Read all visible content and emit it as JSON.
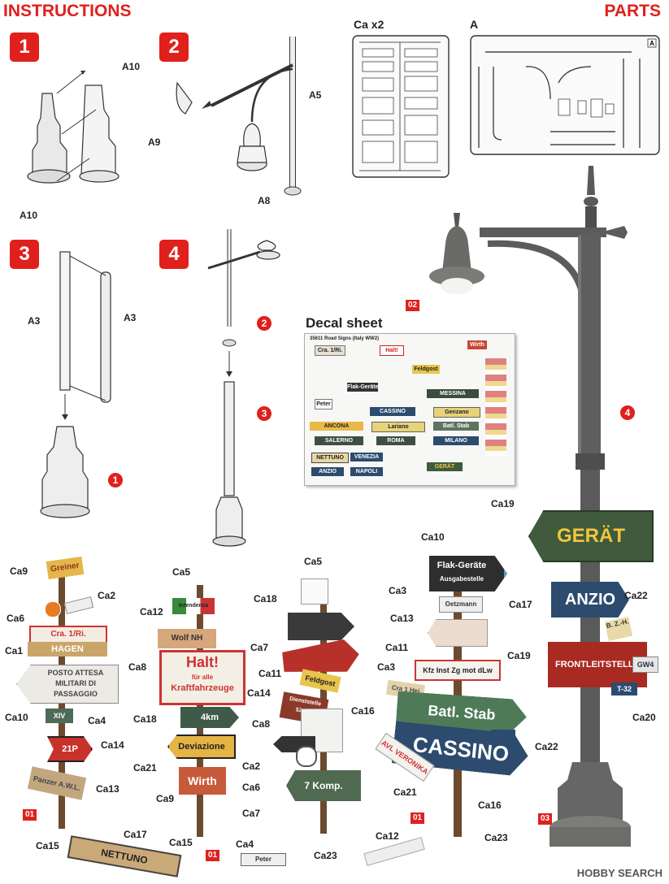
{
  "header": {
    "left": "INSTRUCTIONS",
    "right": "PARTS"
  },
  "steps": [
    "1",
    "2",
    "3",
    "4"
  ],
  "step1": {
    "labels": [
      "A10",
      "A10"
    ]
  },
  "step2": {
    "labels": [
      "A5",
      "A9",
      "A8"
    ]
  },
  "step3": {
    "labels": [
      "A3",
      "A3"
    ],
    "ref": "1"
  },
  "step4": {
    "ref_a": "2",
    "ref_b": "3"
  },
  "parts": {
    "sprue_ca": "Ca x2",
    "sprue_a": "A",
    "sprue_a_tag": "A"
  },
  "lamp": {
    "tag_02": "02",
    "tag_4": "4",
    "tag_03": "03"
  },
  "decal_sheet": {
    "title": "Decal sheet",
    "header": "35611 Road Signs (Italy WW2)",
    "items": [
      "Cra. 1/Ri.",
      "Halt!",
      "Wirth",
      "Feldgost",
      "MESSINA",
      "CASSINO",
      "Genzano",
      "ANCONA",
      "Lariano",
      "Batl. Stab",
      "SALERNO",
      "ROMA",
      "MILANO",
      "NETTUNO",
      "VENEZIA",
      "ANZIO",
      "NAPOLI",
      "GERÄT",
      "Peter",
      "Flak-Geräte"
    ]
  },
  "callouts": {
    "Ca19": "Ca19",
    "Ca17": "Ca17",
    "Ca22": "Ca22",
    "Ca19b": "Ca19",
    "Ca20": "Ca20",
    "g1": [
      "Ca9",
      "Ca2",
      "Ca6",
      "Ca1",
      "Ca10",
      "Ca4",
      "Ca14",
      "Ca13",
      "Ca15"
    ],
    "g1_tag": "01",
    "g2": [
      "Ca5",
      "Ca12",
      "Ca8",
      "Ca18",
      "Ca21",
      "Ca9",
      "Ca15",
      "Ca17",
      "Ca4"
    ],
    "g2_tag": "01",
    "g3": [
      "Ca5",
      "Ca18",
      "Ca7",
      "Ca11",
      "Ca14",
      "Ca8",
      "Ca2",
      "Ca6",
      "Ca7",
      "Ca23"
    ],
    "g4": [
      "Ca10",
      "Ca3",
      "Ca13",
      "Ca11",
      "Ca3",
      "Ca16",
      "Ca22",
      "Ca21",
      "Ca16",
      "Ca12",
      "Ca23"
    ],
    "g4_tag": "01"
  },
  "signs": {
    "gerat": "GERÄT",
    "anzio": "ANZIO",
    "frontleitstelle": "FRONTLEITSTELLE",
    "gw4": "GW4",
    "t32": "T-32",
    "bzh": "B. Z.-H.",
    "greiner": "Greiner",
    "cra": "Cra. 1/Ri.",
    "hagen": "HAGEN",
    "posto1": "POSTO ATTESA",
    "posto2": "MILITARI DI",
    "posto3": "PASSAGGIO",
    "xiv": "XIV",
    "p21": "21P",
    "panzer": "Panzer A.W.L.",
    "intendenza": "Intendenza",
    "wolf": "Wolf NH",
    "halt": "Halt!",
    "halt2": "für alle",
    "halt3": "Kraftfahrzeuge",
    "km4": "4km",
    "deviazione": "Deviazione",
    "wirth": "Wirth",
    "nettuno": "NETTUNO",
    "peter": "Peter",
    "feldgost": "Feldgost",
    "dienst1": "Dienststelle",
    "dienst2": "52836",
    "kamp": "7 Komp.",
    "flak1": "Flak-Geräte",
    "flak2": "Ausgabestelle",
    "oetzmann": "Oetzmann",
    "kfz": "Kfz Inst Zg mot dLw",
    "cra2": "Cra 1 Hei",
    "batl": "Batl. Stab",
    "ne": "NE",
    "cassino": "CASSINO",
    "veronika": "AVL VERONIKA"
  },
  "watermark": "HOBBY SEARCH",
  "colors": {
    "accent": "#e0201c"
  }
}
